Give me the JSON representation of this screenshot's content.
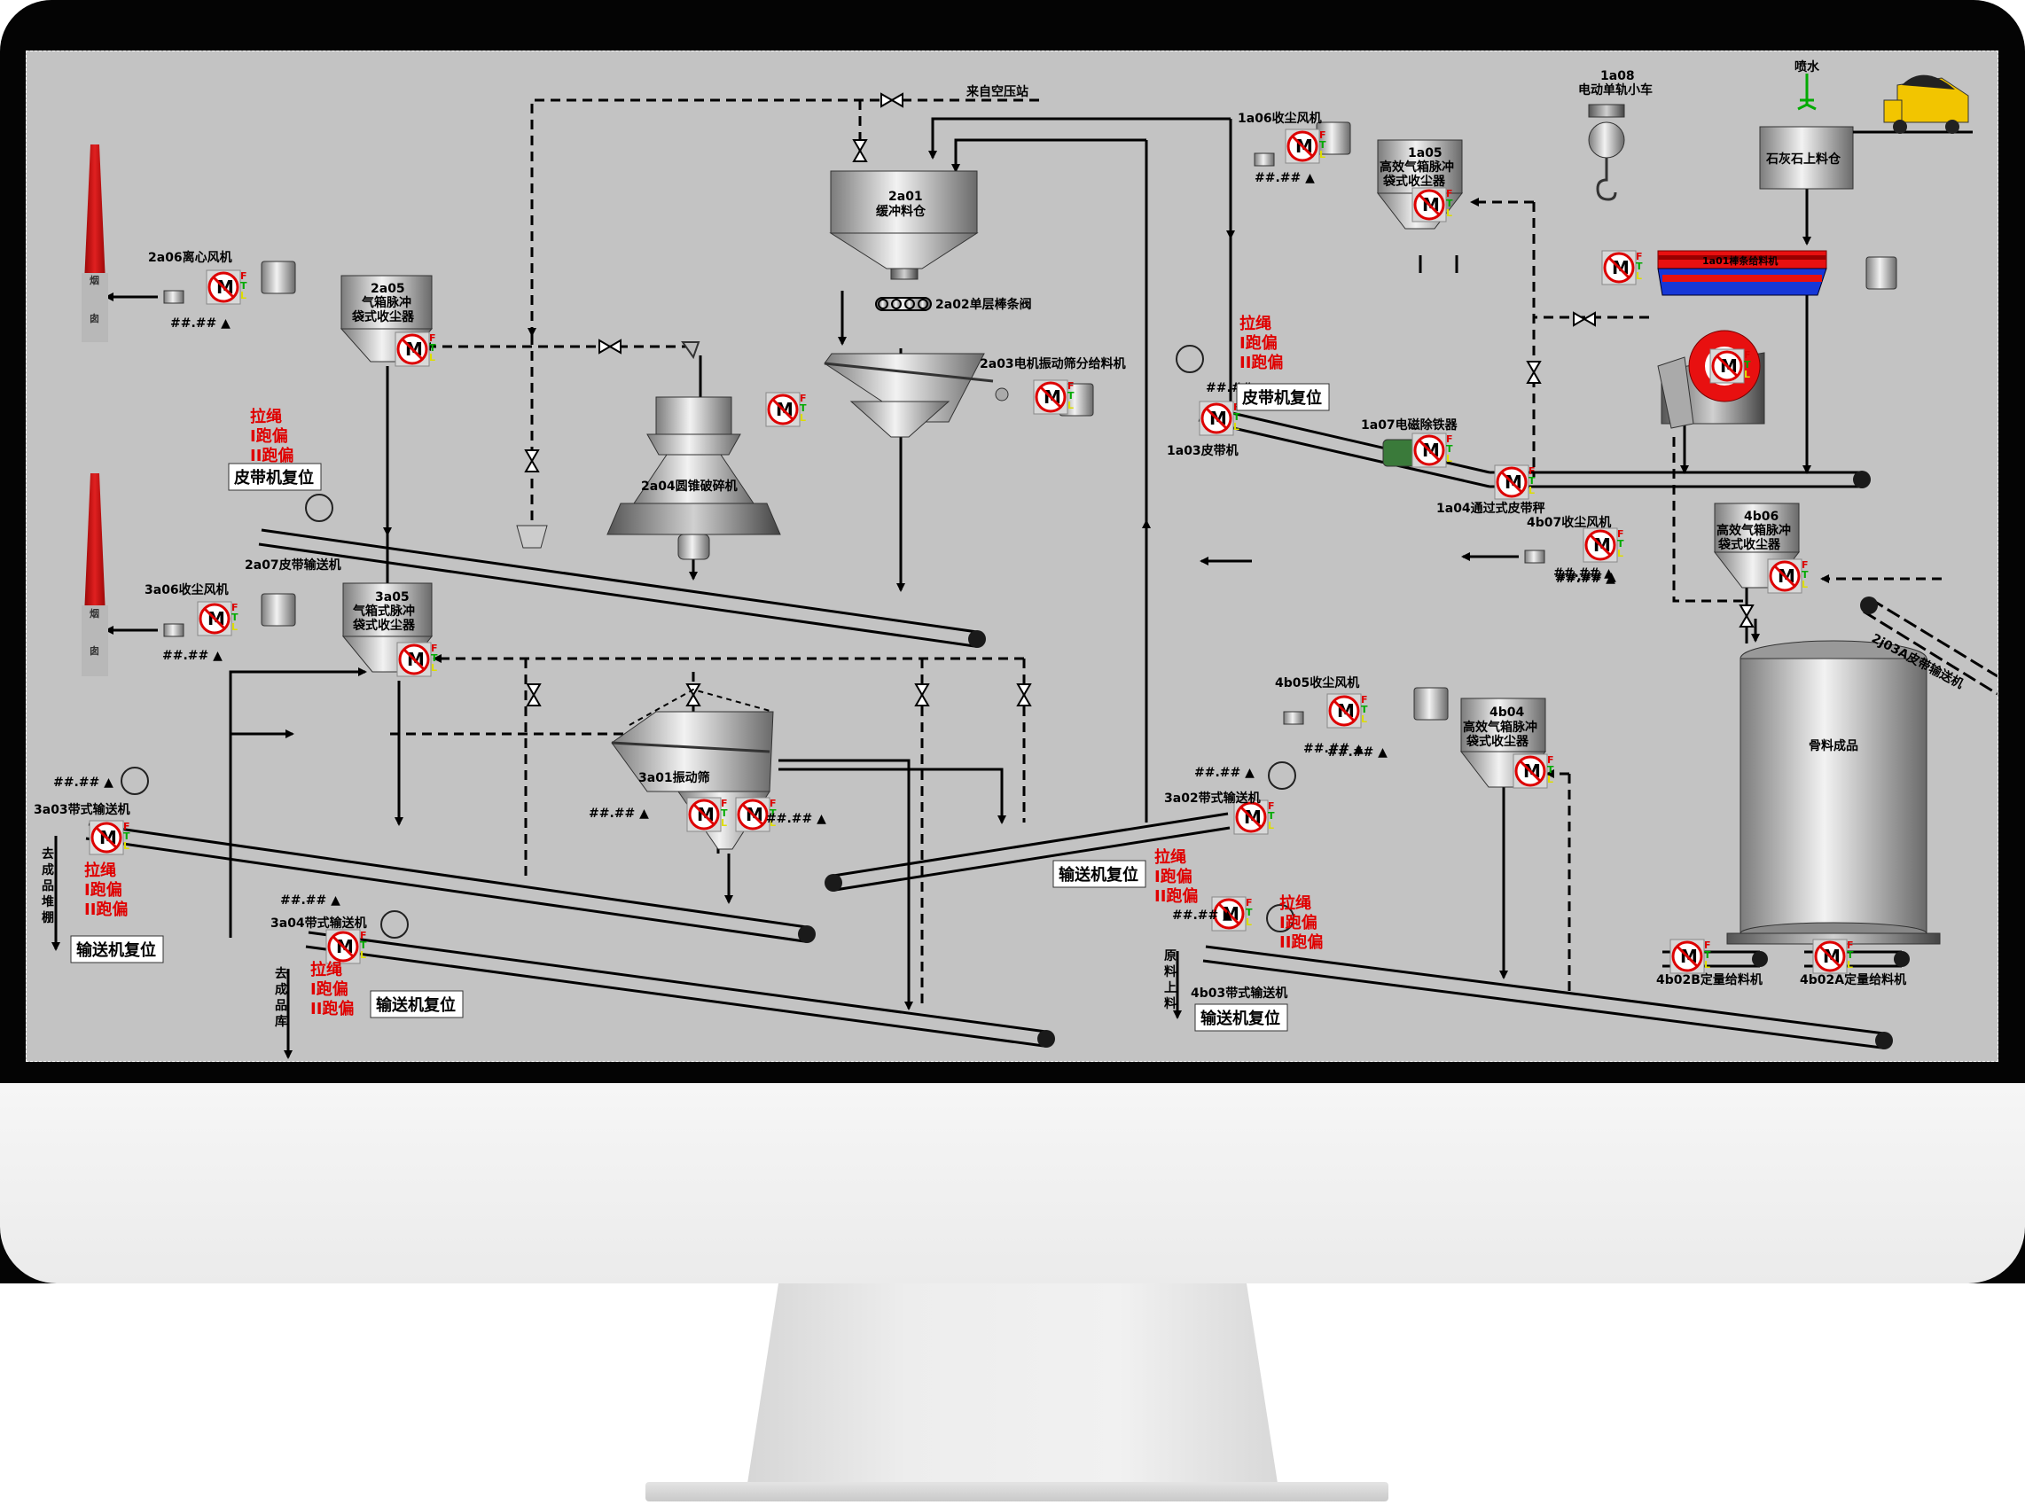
{
  "colors": {
    "screen_bg": "#c3c3c3",
    "alarm_text": "#e00000",
    "motor_ring": "#dd0000",
    "chimney_red": "#c81414",
    "feeder_red": "#e81010",
    "feeder_blue": "#1638d8",
    "truck_yellow": "#f2c500"
  },
  "placeholder_value": "##.##",
  "alarm_lines": [
    "拉绳",
    "I跑偏",
    "II跑偏"
  ],
  "reset_belt": "皮带机复位",
  "reset_conveyor": "输送机复位",
  "motor_letter": "M",
  "motor_indicators": [
    "F",
    "T",
    "L"
  ],
  "labels": {
    "air_supply": "来自空压站",
    "a2a01_line1": "2a01",
    "a2a01_line2": "缓冲料仓",
    "a2a02": "2a02单层棒条阀",
    "a2a03": "2a03电机振动筛分给料机",
    "a2a04": "2a04圆锥破碎机",
    "a2a05_line1": "2a05",
    "a2a05_line2": "气箱脉冲",
    "a2a05_line3": "袋式收尘器",
    "a2a06": "2a06离心风机",
    "a2a07": "2a07皮带输送机",
    "a3a05_line1": "3a05",
    "a3a05_line2": "气箱式脉冲",
    "a3a05_line3": "袋式收尘器",
    "a3a06": "3a06收尘风机",
    "a3a01": "3a01振动筛",
    "a3a03": "3a03带式输送机",
    "a3a04": "3a04带式输送机",
    "a3a02": "3a02带式输送机",
    "to_pile": "去成品堆棚",
    "to_store": "去成品库",
    "raw_feed": "原料上料",
    "a1a06": "1a06收尘风机",
    "a1a05_line1": "1a05",
    "a1a05_line2": "高效气箱脉冲",
    "a1a05_line3": "袋式收尘器",
    "a1a08_line1": "1a08",
    "a1a08_line2": "电动单轨小车",
    "spray_water": "喷水",
    "limestone_bin": "石灰石上料仓",
    "a1a01": "1a01棒条给料机",
    "a1a03": "1a03皮带机",
    "a1a07": "1a07电磁除铁器",
    "a1a04": "1a04通过式皮带秤",
    "a4b07": "4b07收尘风机",
    "a4b06_line1": "4b06",
    "a4b06_line2": "高效气箱脉冲",
    "a4b06_line3": "袋式收尘器",
    "a2j03a": "2j03A皮带输送机",
    "aggregate": "骨料成品",
    "a4b05": "4b05收尘风机",
    "a4b04_line1": "4b04",
    "a4b04_line2": "高效气箱脉冲",
    "a4b04_line3": "袋式收尘器",
    "a4b03": "4b03带式输送机",
    "a4b02b": "4b02B定量给料机",
    "a4b02a": "4b02A定量给料机",
    "chimney_top": "烟",
    "chimney_bottom": "囱"
  }
}
